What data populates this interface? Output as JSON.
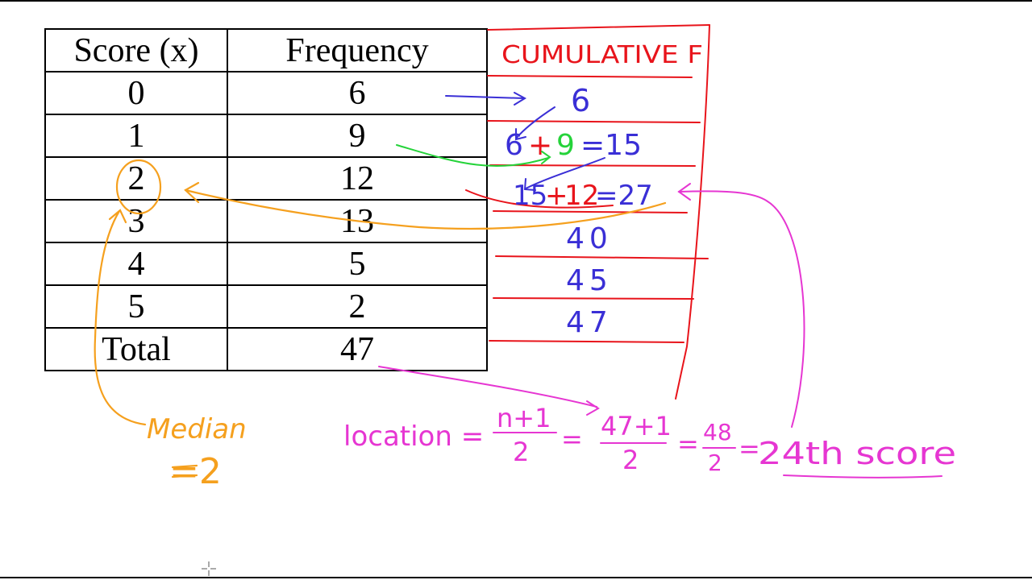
{
  "table": {
    "headers": [
      "Score (x)",
      "Frequency"
    ],
    "rows": [
      {
        "score": "0",
        "frequency": "6"
      },
      {
        "score": "1",
        "frequency": "9"
      },
      {
        "score": "2",
        "frequency": "12"
      },
      {
        "score": "3",
        "frequency": "13"
      },
      {
        "score": "4",
        "frequency": "5"
      },
      {
        "score": "5",
        "frequency": "2"
      },
      {
        "score": "Total",
        "frequency": "47"
      }
    ]
  },
  "annotations": {
    "cumulative_header": "CUMULATIVE F",
    "cumulative_values": [
      "6",
      "6+9=15",
      "15+12=27",
      "40",
      "45",
      "47"
    ],
    "cum_row1": "6",
    "cum_row2_a": "6",
    "cum_row2_plus": "+",
    "cum_row2_b": "9",
    "cum_row2_rest": "=15",
    "cum_row3_a": "15",
    "cum_row3_plus": "+",
    "cum_row3_b": "12",
    "cum_row3_rest": "=27",
    "cum_row4": "40",
    "cum_row5": "45",
    "cum_row6": "47",
    "median_label": "Median",
    "median_value": "=2",
    "location_label": "location =",
    "frac1_num": "n+1",
    "frac1_den": "2",
    "frac2_num": "47+1",
    "frac2_den": "2",
    "frac3_num": "48",
    "frac3_den": "2",
    "eq": "=",
    "result": "24th score"
  },
  "colors": {
    "red": "#e8141b",
    "blue": "#3a2fd6",
    "green": "#25d33a",
    "orange": "#f5a01e",
    "magenta": "#e636d2"
  }
}
